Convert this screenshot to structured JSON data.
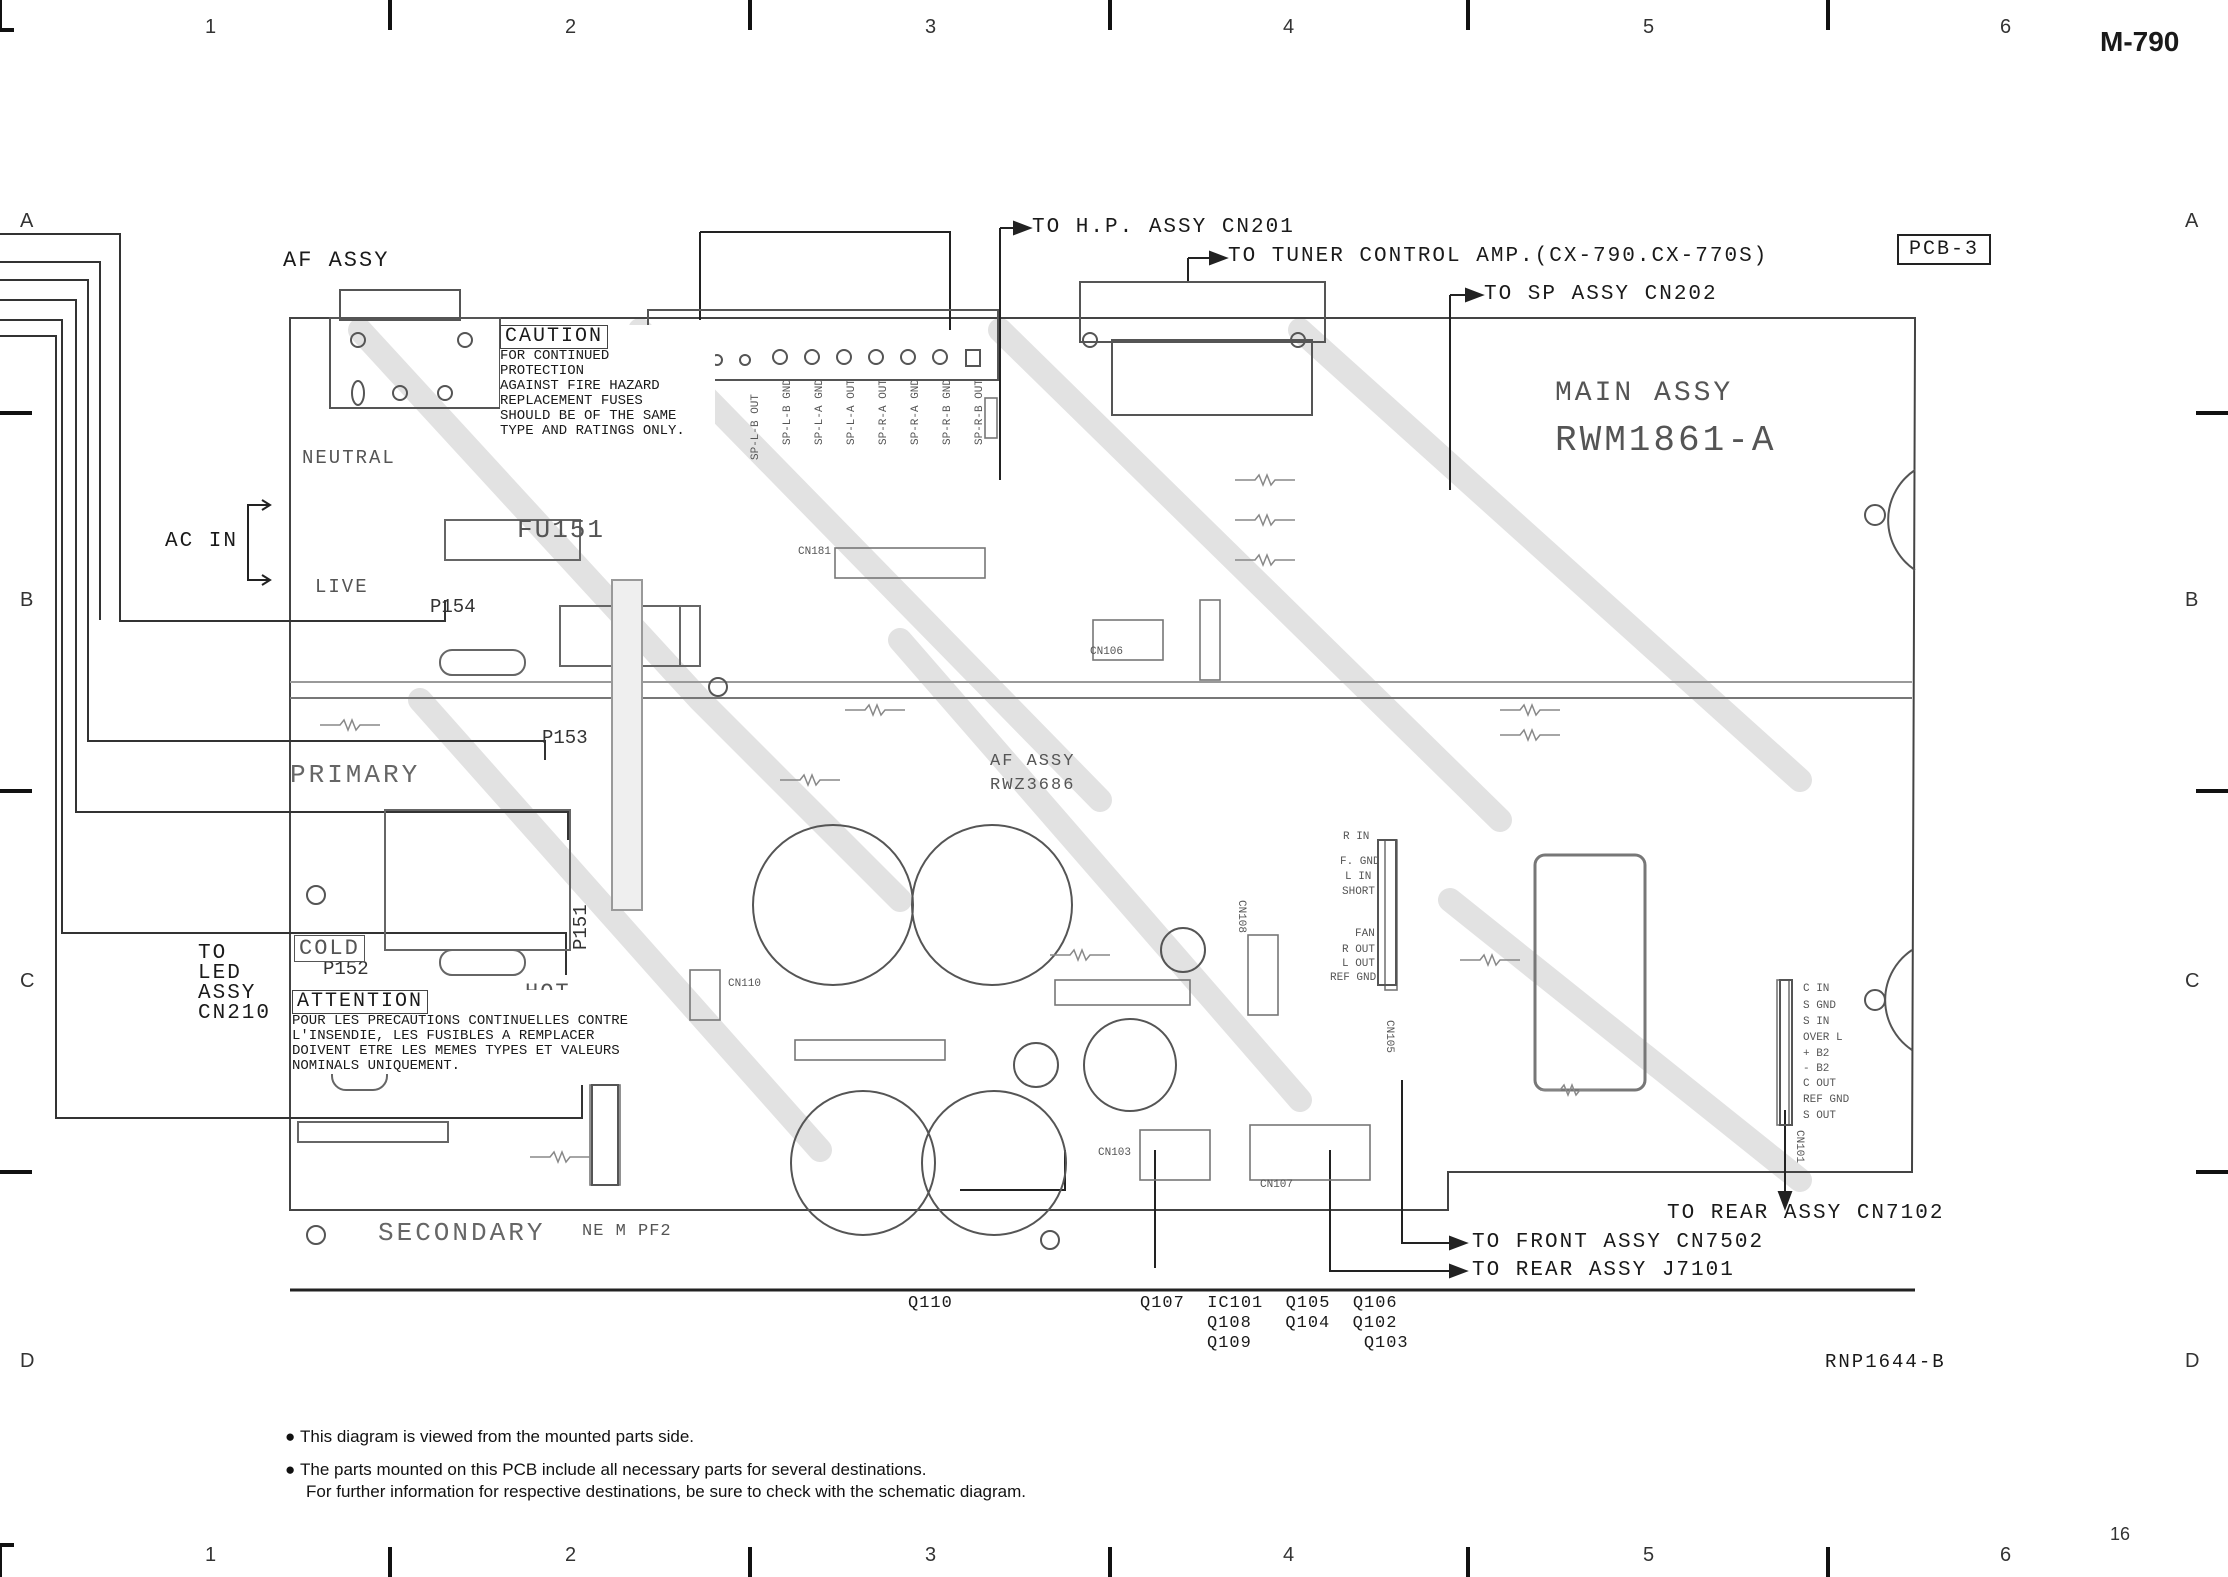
{
  "page": {
    "model": "M-790",
    "page_number": "16",
    "pcb_tag": "PCB-3",
    "board_code": "RNP1644-B"
  },
  "grid": {
    "columns": [
      "1",
      "2",
      "3",
      "4",
      "5",
      "6"
    ],
    "rows": [
      "A",
      "B",
      "C",
      "D"
    ]
  },
  "board": {
    "af_assy_title": "AF ASSY",
    "main_assy_title": "MAIN ASSY",
    "main_assy_part": "RWM1861-A",
    "af_assy_inner": "AF ASSY",
    "af_assy_inner_part": "RWZ3686",
    "primary": "PRIMARY",
    "secondary": "SECONDARY",
    "secondary_note": "NE M PF2",
    "neutral": "NEUTRAL",
    "live": "LIVE",
    "fuse": "FU151",
    "p154": "P154",
    "p153": "P153",
    "p152": "P152",
    "p151": "P151",
    "cold": "COLD",
    "hot": "HOT"
  },
  "caution": {
    "title": "CAUTION",
    "lines": [
      "FOR CONTINUED",
      "PROTECTION",
      "AGAINST FIRE HAZARD",
      "REPLACEMENT FUSES",
      "SHOULD BE OF THE SAME",
      "TYPE AND RATINGS ONLY."
    ]
  },
  "attention": {
    "title": "ATTENTION",
    "lines": [
      "POUR LES PRECAUTIONS CONTINUELLES CONTRE",
      "L'INSENDIE, LES FUSIBLES A REMPLACER",
      "DOIVENT ETRE LES MEMES TYPES ET VALEURS",
      "NOMINALS UNIQUEMENT."
    ]
  },
  "connections": {
    "hp": "TO H.P. ASSY CN201",
    "tuner": "TO TUNER CONTROL AMP.(CX-790.CX-770S)",
    "sp": "TO SP ASSY CN202",
    "front": "TO FRONT ASSY CN7502",
    "rear_j": "TO REAR ASSY J7101",
    "rear_cn": "TO REAR ASSY CN7102",
    "ac_in": "AC IN",
    "led_1": "TO",
    "led_2": "LED",
    "led_3": "ASSY",
    "led_4": "CN210"
  },
  "parts_bottom": {
    "q110": "Q110",
    "row1": "Q107  IC101  Q105  Q106",
    "row2": "Q108   Q104  Q102",
    "row3": "Q109          Q103"
  },
  "notes": [
    "This diagram is viewed from the mounted parts side.",
    "The parts mounted on this PCB include all necessary parts for several destinations."
  ],
  "note_continuation": "For further information for respective destinations, be sure to check with the schematic diagram.",
  "connector_labels": {
    "cn101": "CN101",
    "cn103": "CN103",
    "cn105": "CN105",
    "cn106": "CN106",
    "cn107": "CN107",
    "cn108": "CN108",
    "cn110": "CN110",
    "cn181": "CN181",
    "rear_pins": [
      "C IN",
      "S GND",
      "S IN",
      "OVER L",
      "+ B2",
      "- B2",
      "C OUT",
      "REF GND",
      "S OUT"
    ],
    "mid_pins": [
      "R IN",
      "F. GND",
      "L IN",
      "SHORT",
      "FAN",
      "R OUT",
      "L OUT",
      "REF GND"
    ],
    "sp_pins": [
      "SP-L-B OUT",
      "SP-L-B GND",
      "SP-L-A GND",
      "SP-L-A OUT",
      "SP-R-A OUT",
      "SP-R-A GND",
      "SP-R-B GND",
      "SP-R-B OUT"
    ]
  }
}
